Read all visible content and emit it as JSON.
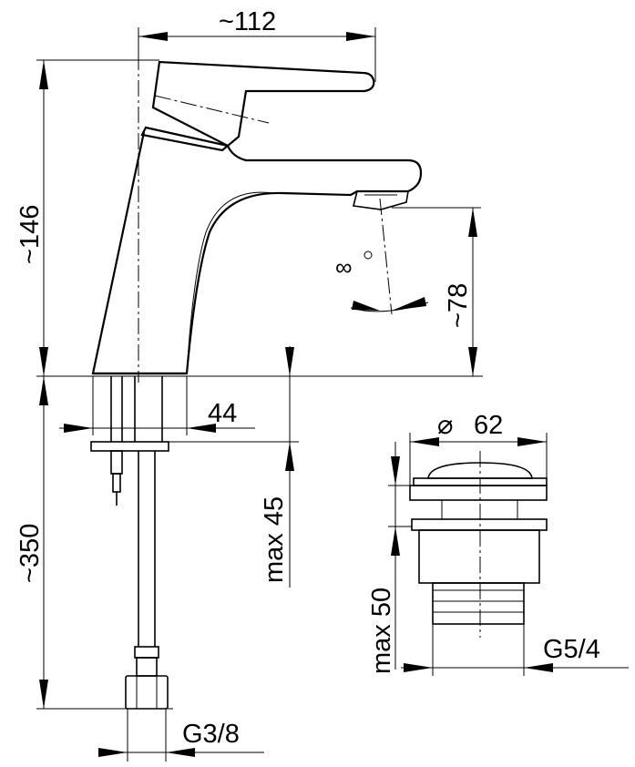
{
  "dimensions": {
    "spout_reach": "~112",
    "overall_height": "~146",
    "spout_height": "~78",
    "base_diameter": "44",
    "mount_thickness": "max 45",
    "hose_length": "~350",
    "hose_thread": "G3/8",
    "waste_diameter_symbol": "⌀",
    "waste_diameter": "62",
    "waste_thickness": "max 50",
    "waste_thread": "G5/4"
  },
  "symbols": {
    "flow": "∞"
  }
}
